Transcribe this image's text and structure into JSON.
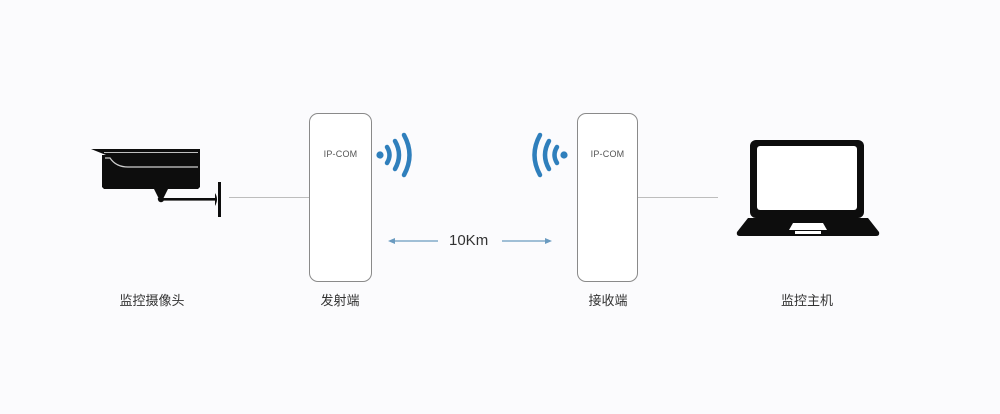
{
  "diagram": {
    "nodes": [
      {
        "id": "camera",
        "label": "监控摄像头",
        "icon": "surveillance-camera-icon"
      },
      {
        "id": "transmitter",
        "label": "发射端",
        "brand": "IP-COM",
        "icon": "cpe-bridge-icon"
      },
      {
        "id": "receiver",
        "label": "接收端",
        "brand": "IP-COM",
        "icon": "cpe-bridge-icon"
      },
      {
        "id": "host",
        "label": "监控主机",
        "icon": "laptop-icon"
      }
    ],
    "links": [
      {
        "from": "camera",
        "to": "transmitter",
        "type": "wired"
      },
      {
        "from": "transmitter",
        "to": "receiver",
        "type": "wireless",
        "distance": "10Km"
      },
      {
        "from": "receiver",
        "to": "host",
        "type": "wired"
      }
    ],
    "colors": {
      "wifi": "#2f7fbc",
      "arrow": "#6a9bc0",
      "line": "#bdbdbd",
      "icon": "#0d0d0d",
      "background": "#fbfbfd"
    }
  }
}
